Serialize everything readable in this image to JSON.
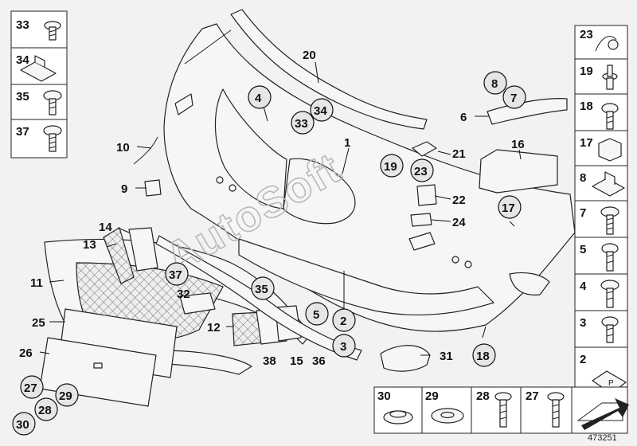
{
  "diagram": {
    "document_number": "473251",
    "watermark": "AutoSoft",
    "callouts": {
      "c1": "1",
      "c2": "2",
      "c3": "3",
      "c4": "4",
      "c5": "5",
      "c6": "6",
      "c7": "7",
      "c8": "8",
      "c9": "9",
      "c10": "10",
      "c11": "11",
      "c12": "12",
      "c13": "13",
      "c14": "14",
      "c15": "15",
      "c16": "16",
      "c17": "17",
      "c18": "18",
      "c19": "19",
      "c20": "20",
      "c21": "21",
      "c22": "22",
      "c23": "23",
      "c24": "24",
      "c25": "25",
      "c26": "26",
      "c27": "27",
      "c28": "28",
      "c29": "29",
      "c30": "30",
      "c31": "31",
      "c32": "32",
      "c33": "33",
      "c34": "34",
      "c35": "35",
      "c36": "36",
      "c37": "37",
      "c38": "38"
    },
    "left_panel_labels": [
      "33",
      "34",
      "35",
      "37"
    ],
    "right_panel_labels": [
      "23",
      "19",
      "18",
      "17",
      "8",
      "7",
      "5",
      "4",
      "3",
      "2"
    ],
    "bottom_panel_labels": [
      "30",
      "29",
      "28",
      "27"
    ]
  }
}
